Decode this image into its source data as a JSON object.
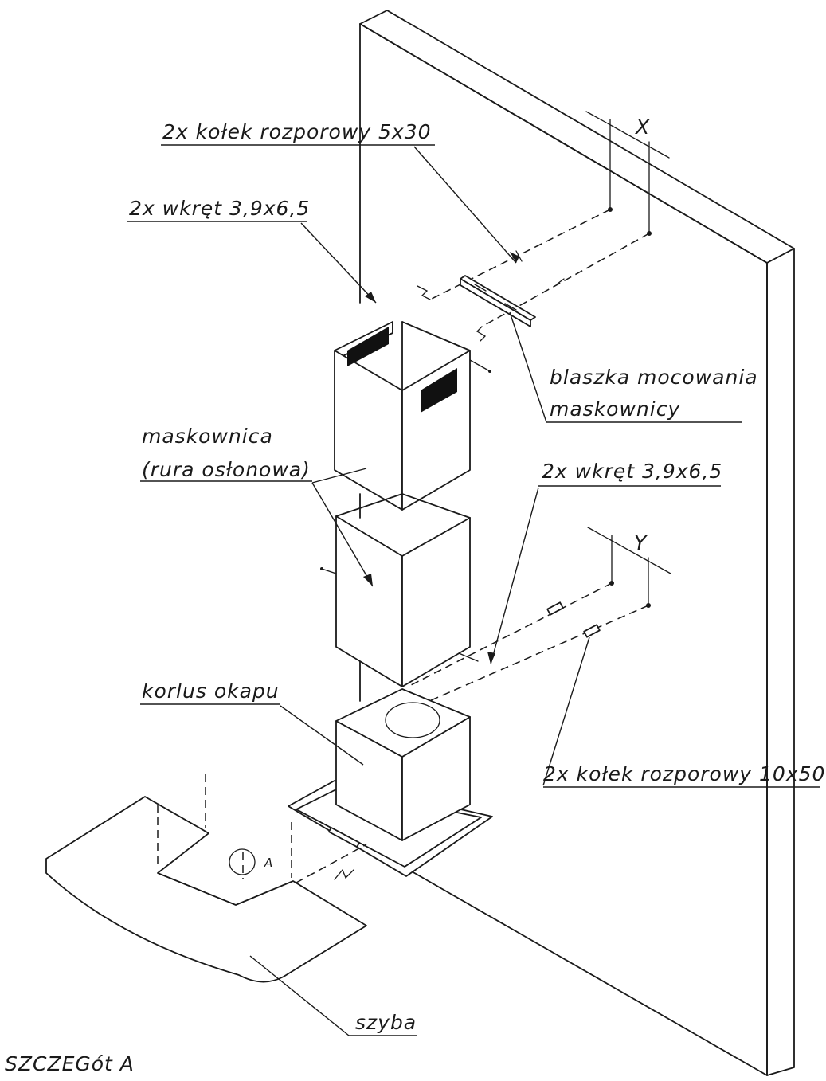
{
  "labels": {
    "dowel_5x30": "2x kołek rozporowy 5x30",
    "screw_top": "2x wkręt 3,9x6,5",
    "bracket_line1": "blaszka mocowania",
    "bracket_line2": "maskownicy",
    "cover_line1": "maskownica",
    "cover_line2": "(rura osłonowa)",
    "screw_mid": "2x wkręt 3,9x6,5",
    "hood_body": "korlus okapu",
    "dowel_10x50": "2x kołek rozporowy 10x50",
    "glass": "szyba",
    "detail_marker": "A",
    "detail_title": "SZCZEGót A",
    "axis_x": "X",
    "axis_y": "Y"
  }
}
